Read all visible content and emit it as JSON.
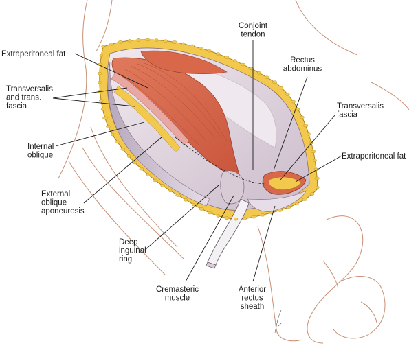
{
  "labels": {
    "extraperitoneal_fat_left": [
      "Extraperitoneal fat"
    ],
    "transversalis_trans_fascia": [
      "Transversalis",
      "and trans.",
      "fascia"
    ],
    "internal_oblique": [
      "Internal",
      "oblique"
    ],
    "external_oblique_aponeurosis": [
      "External",
      "oblique",
      "aponeurosis"
    ],
    "deep_inguinal_ring": [
      "Deep",
      "inguinal",
      "ring"
    ],
    "cremasteric_muscle": [
      "Cremasteric",
      "muscle"
    ],
    "anterior_rectus_sheath": [
      "Anterior",
      "rectus",
      "sheath"
    ],
    "extraperitoneal_fat_right": [
      "Extraperitoneal fat"
    ],
    "transversalis_fascia": [
      "Transversalis",
      "fascia"
    ],
    "rectus_abdominus": [
      "Rectus",
      "abdominus"
    ],
    "conjoint_tendon": [
      "Conjoint",
      "tendon"
    ]
  },
  "colors": {
    "fat": "#f2c94c",
    "muscle": "#d9674a",
    "fascia": "#e8dfe8",
    "tissue_pink": "#e8a7a0",
    "skin_line": "#c98f74"
  }
}
